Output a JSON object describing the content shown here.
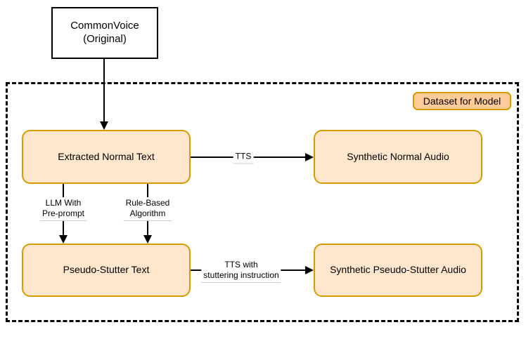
{
  "diagram": {
    "source_node": {
      "label": "CommonVoice\n(Original)"
    },
    "boundary": {
      "badge_label": "Dataset for Model"
    },
    "nodes": {
      "extracted_text": {
        "label": "Extracted Normal Text"
      },
      "synthetic_normal_audio": {
        "label": "Synthetic Normal Audio"
      },
      "pseudo_stutter_text": {
        "label": "Pseudo-Stutter Text"
      },
      "synthetic_pseudo_stutter_audio": {
        "label": "Synthetic Pseudo-Stutter Audio"
      }
    },
    "edge_labels": {
      "tts": "TTS",
      "llm_preprompt": "LLM With\nPre-prompt",
      "rule_based": "Rule-Based\nAlgorithm",
      "tts_stuttering": "TTS with\nstuttering instruction"
    },
    "colors": {
      "node_fill": "#ffe6cc",
      "node_stroke": "#d79b00",
      "badge_fill": "#ffcc99",
      "badge_stroke": "#d79b00",
      "source_node_fill": "#ffffff",
      "source_node_stroke": "#000000",
      "boundary_stroke": "#000000",
      "arrow": "#000000",
      "edge_label_underline": "#cccccc",
      "background": "#ffffff"
    }
  }
}
